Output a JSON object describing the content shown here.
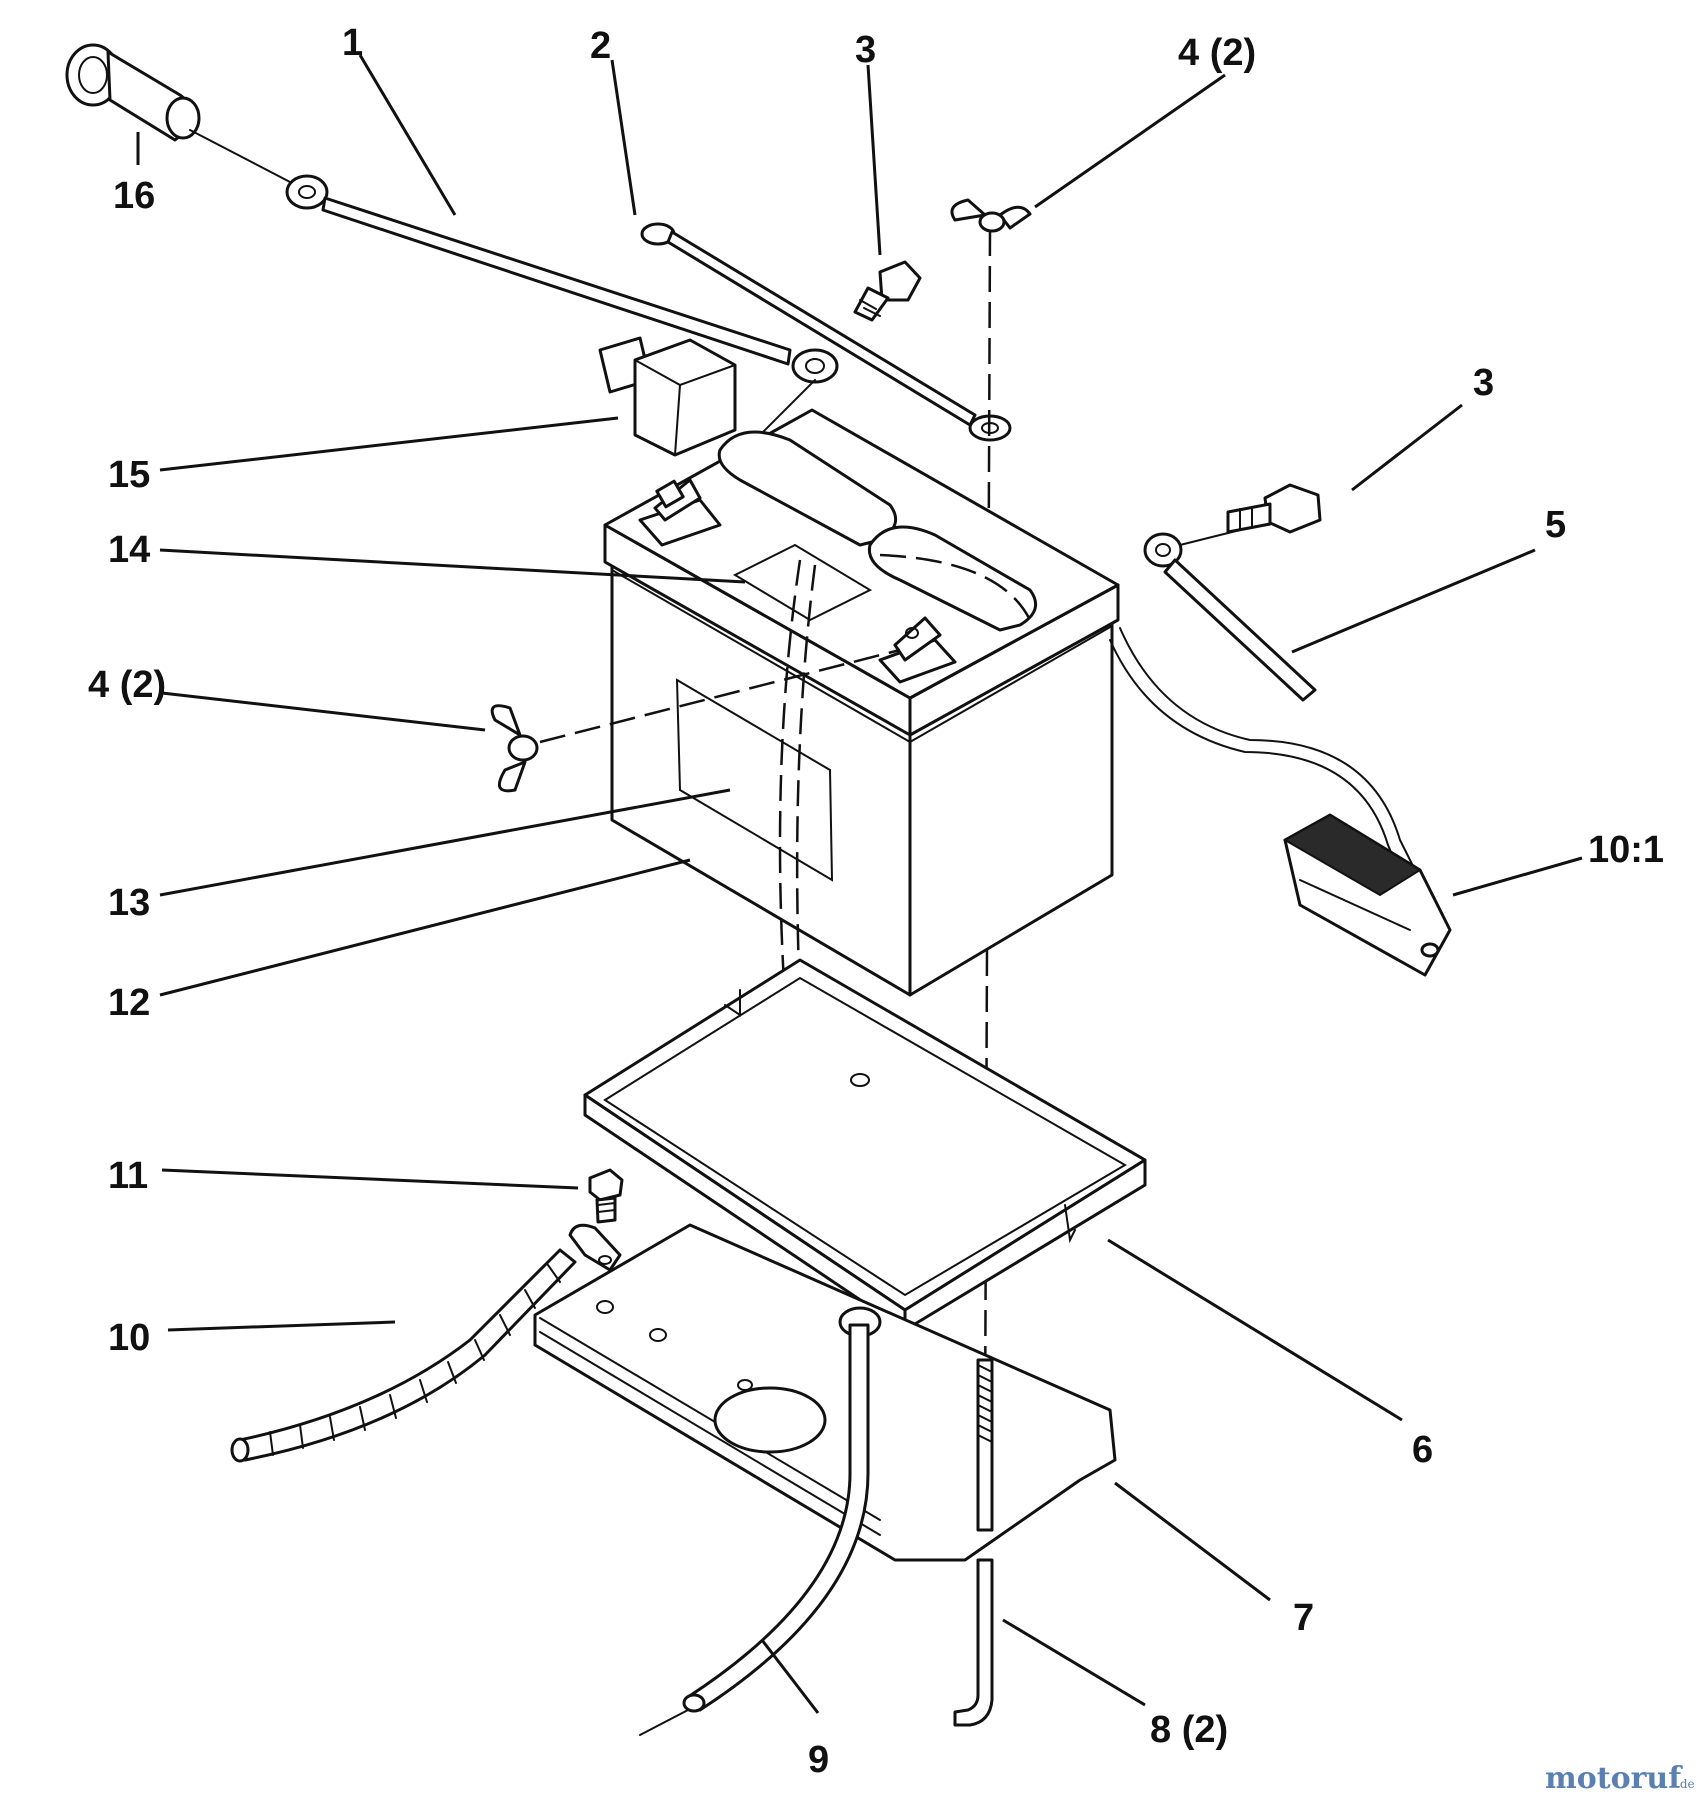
{
  "callouts": {
    "c1": "1",
    "c2": "2",
    "c3_top": "3",
    "c4_top": "4 (2)",
    "c16": "16",
    "c15": "15",
    "c3_right": "3",
    "c14": "14",
    "c5": "5",
    "c4_left": "4 (2)",
    "c13": "13",
    "c10_1": "10:1",
    "c12": "12",
    "c11": "11",
    "c10": "10",
    "c6": "6",
    "c7": "7",
    "c9": "9",
    "c8": "8 (2)"
  },
  "watermark": {
    "brand": "motoruf",
    "suffix": ".de"
  },
  "colors": {
    "line": "#111111",
    "watermark_brand": "#5a7fb0",
    "watermark_accent": "#d99a3a"
  }
}
